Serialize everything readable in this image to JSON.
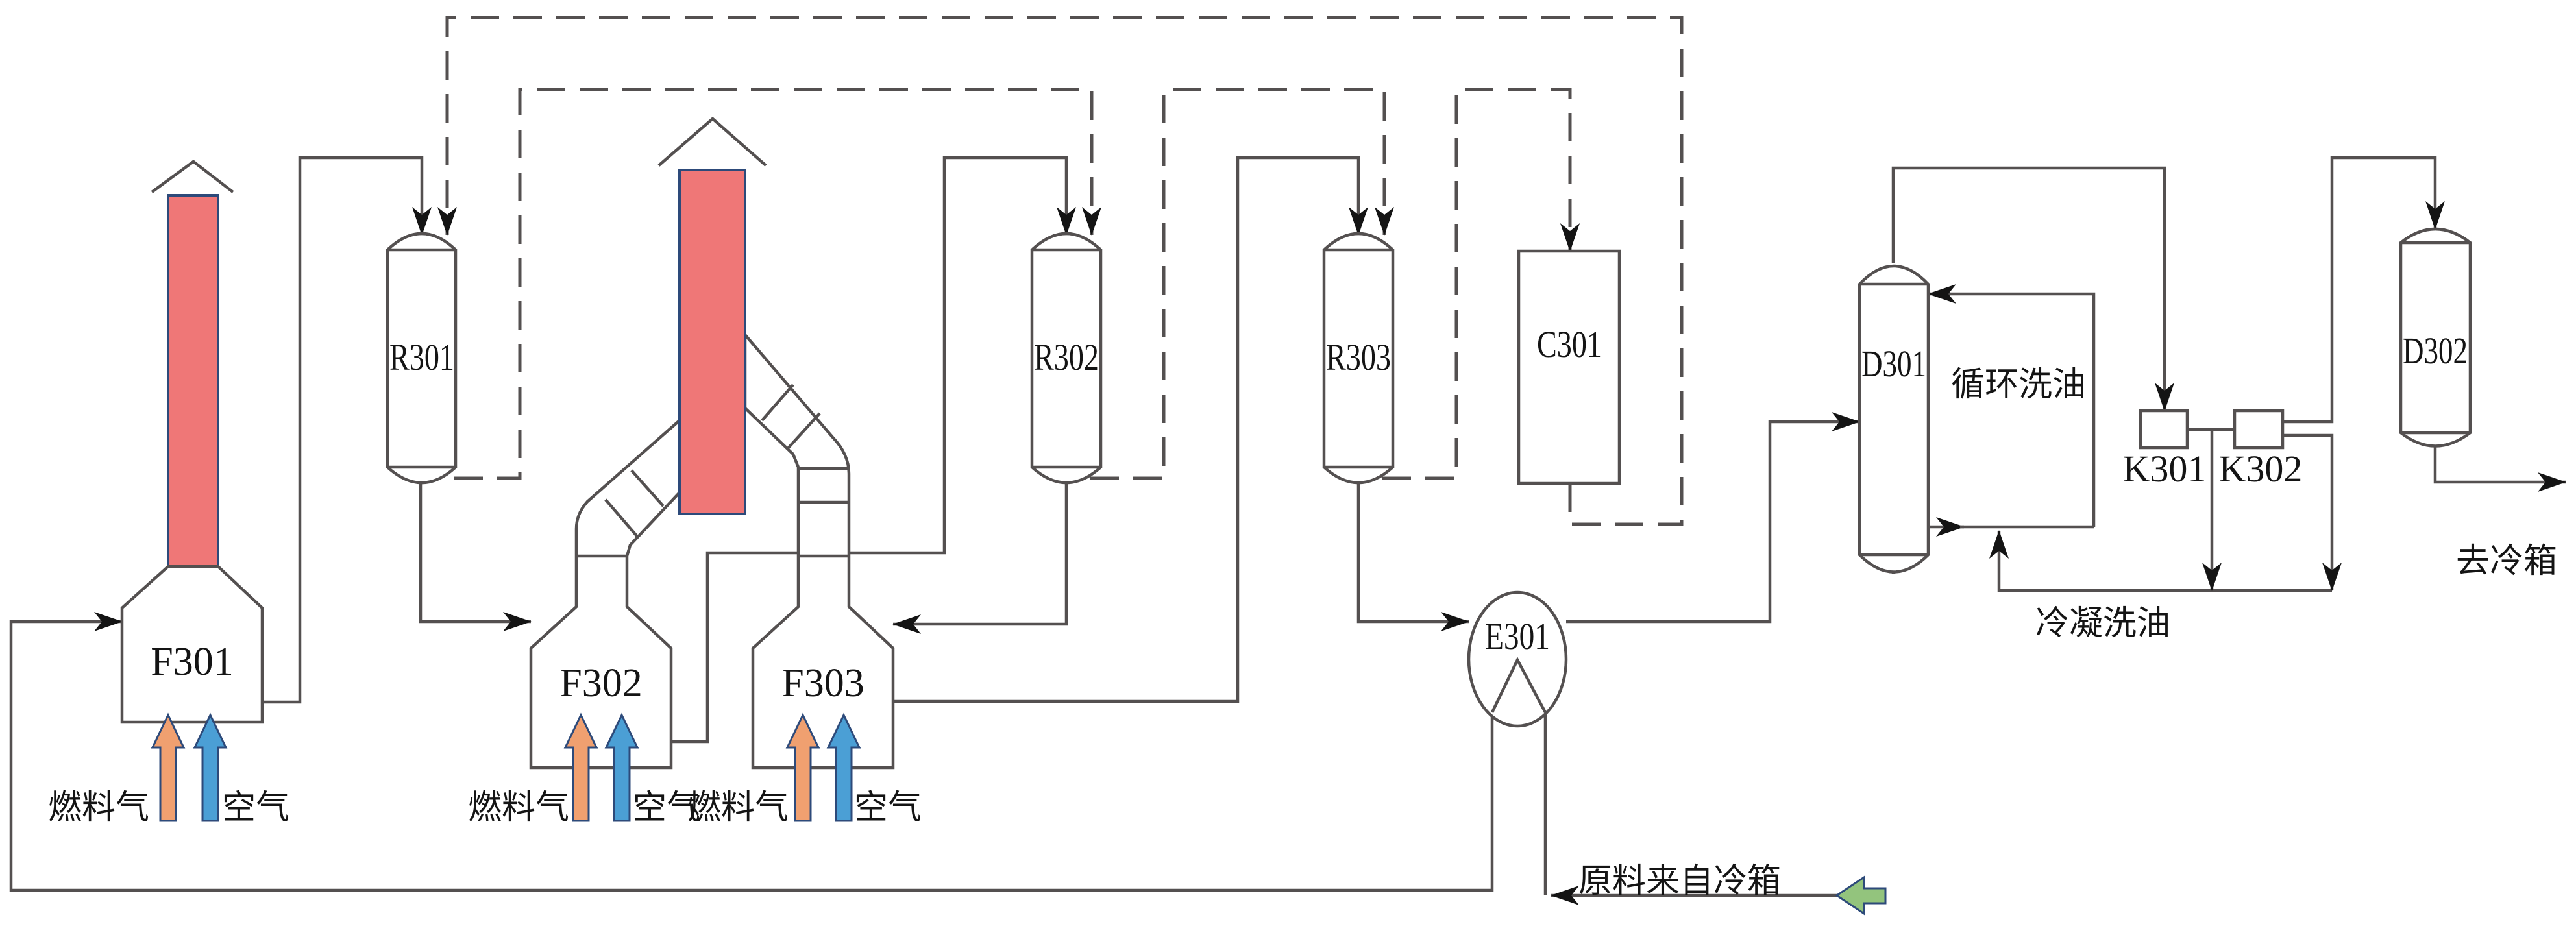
{
  "diagram": {
    "type": "process-flow-diagram",
    "colors": {
      "line": "#545050",
      "stack_fill": "#ef7777",
      "stack_border": "#2d4a7a",
      "fuel_arrow": "#f0a070",
      "air_arrow": "#4b9fd5",
      "feed_arrow": "#93c47d",
      "arrow_border": "#2d4a7a"
    },
    "equipment": {
      "F301": "F301",
      "F302": "F302",
      "F303": "F303",
      "R301": "R301",
      "R302": "R302",
      "R303": "R303",
      "C301": "C301",
      "E301": "E301",
      "D301": "D301",
      "D302": "D302",
      "K301": "K301",
      "K302": "K302"
    },
    "streams": {
      "fuel_gas": "燃料气",
      "air": "空气",
      "recycle_wash_oil": "循环洗油",
      "condensed_wash_oil": "冷凝洗油",
      "to_cold_box": "去冷箱",
      "feed_from_cold_box": "原料来自冷箱"
    }
  }
}
